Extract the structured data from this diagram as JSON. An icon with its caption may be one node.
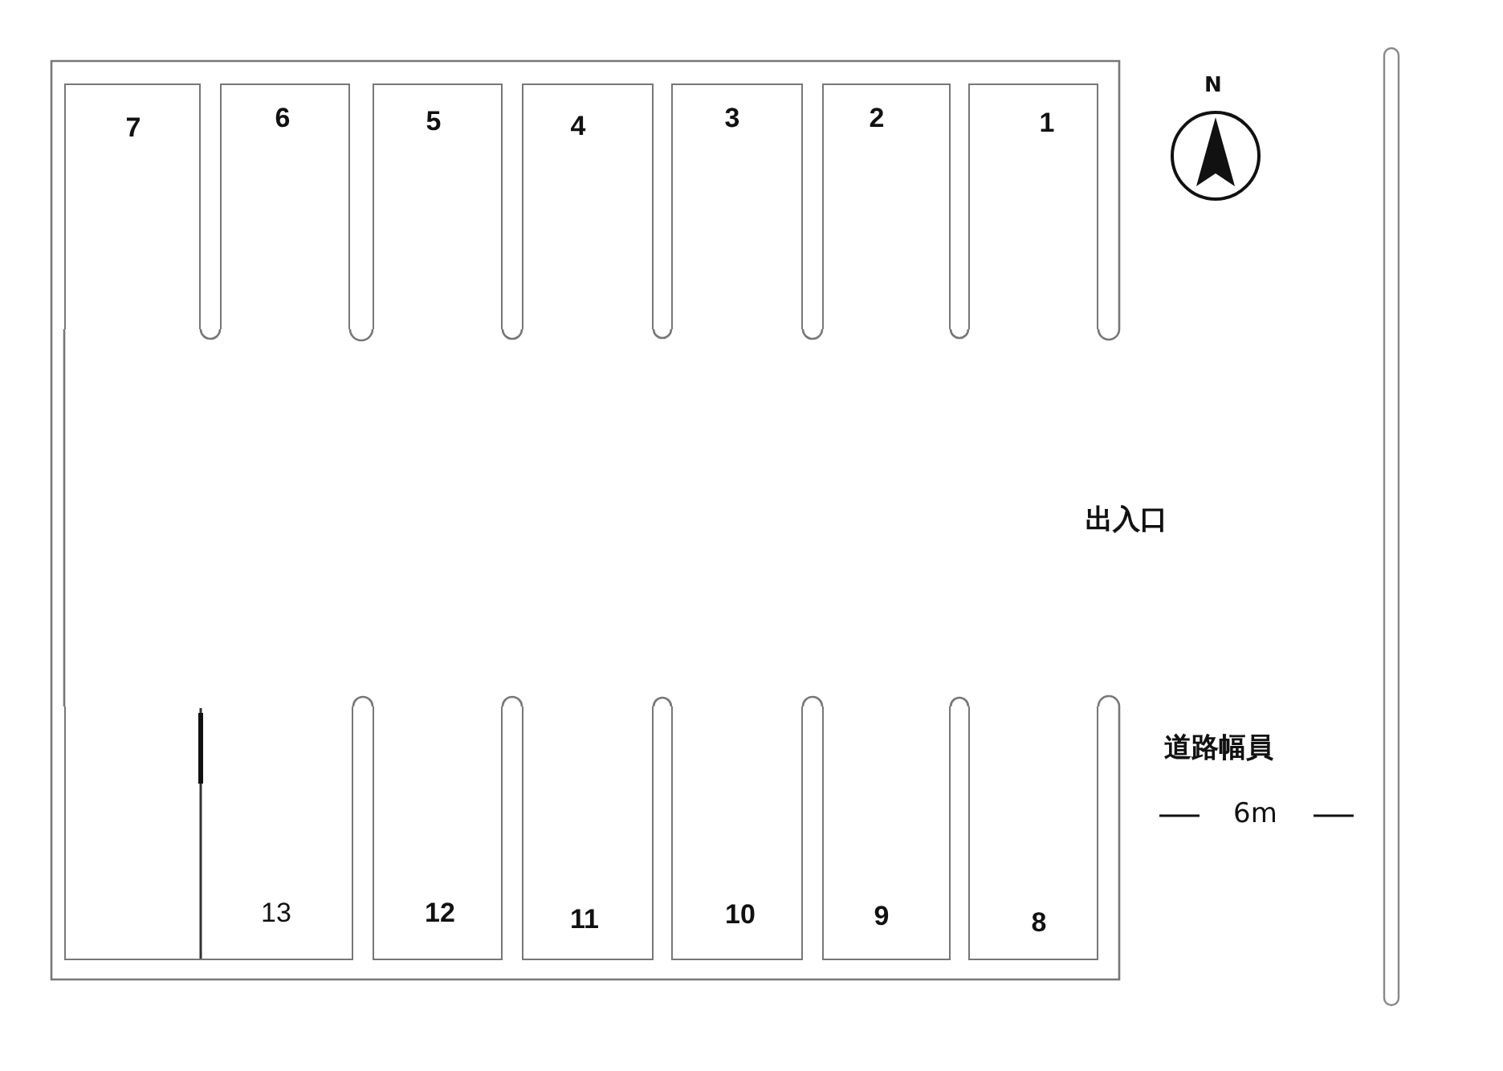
{
  "diagram": {
    "nodes": [
      {
        "text": [
          "7"
        ]
      },
      {
        "text": [
          "6"
        ]
      },
      {
        "text": [
          "5"
        ]
      },
      {
        "text": [
          "4"
        ]
      },
      {
        "text": [
          "3"
        ]
      },
      {
        "text": [
          "2"
        ]
      },
      {
        "text": [
          "1"
        ]
      },
      {
        "text": [
          "13"
        ]
      },
      {
        "text": [
          "12"
        ]
      },
      {
        "text": [
          "11"
        ]
      },
      {
        "text": [
          "10"
        ]
      },
      {
        "text": [
          "9"
        ]
      },
      {
        "text": [
          "8"
        ]
      }
    ],
    "labels": [
      "N",
      "出入口",
      "道路幅員",
      "6m"
    ]
  }
}
